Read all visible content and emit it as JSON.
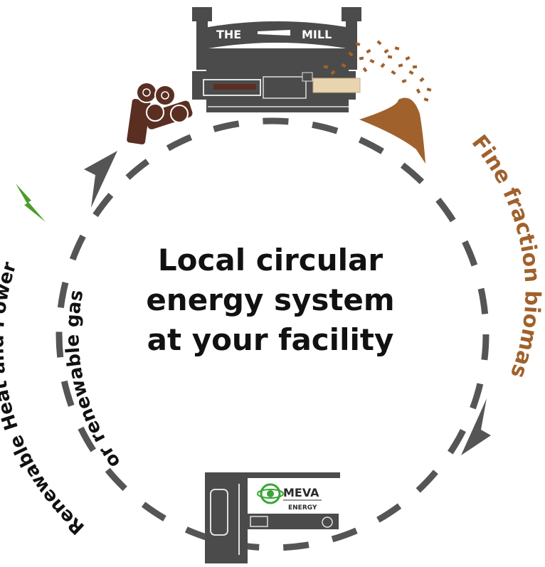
{
  "center_text": {
    "line1": "Local circular",
    "line2": "energy system",
    "line3": "at your facility"
  },
  "mill": {
    "sign_left": "THE",
    "sign_right": "MILL"
  },
  "labels": {
    "fine_fraction": "Fine fraction biomass",
    "renewable_heat": "Renewable Heat and Power",
    "renewable_gas": "or renewable gas"
  },
  "meva": {
    "brand": "MEVA",
    "sub": "ENERGY"
  },
  "colors": {
    "cycle": "#555555",
    "wood": "#5a2f22",
    "biomass": "#a0612c",
    "bolt": "#4a9e2a",
    "machinery": "#4b4b4b",
    "logo_green": "#3aa535"
  },
  "icons": [
    "lightning-bolt-icon",
    "meva-logo-icon",
    "arrowhead-icon"
  ]
}
